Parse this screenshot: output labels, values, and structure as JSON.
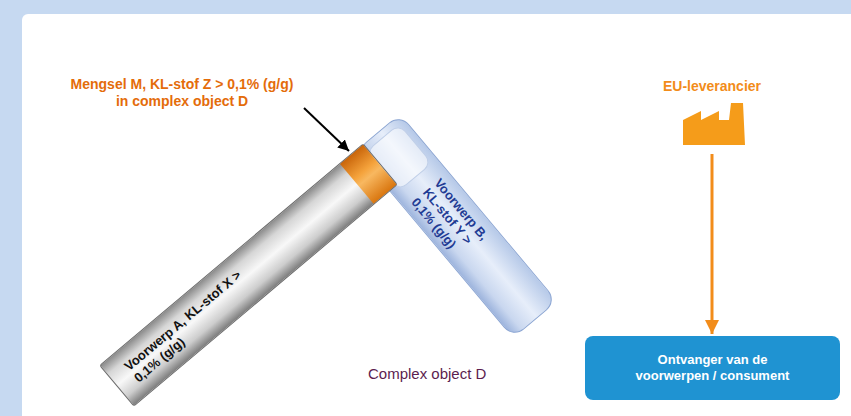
{
  "diagram": {
    "nodes": [
      {
        "text": [
          "Voorwerp A, KL-stof X > 0,1% (g/g)"
        ]
      },
      {
        "text": [
          "Voorwerp B, KL-stof Y > 0,1% (g/g)"
        ]
      },
      {
        "text": [
          "EU-leverancier"
        ]
      },
      {
        "text": [
          "Ontvanger van de voorwerpen / consument"
        ]
      }
    ],
    "edges": [
      {
        "from": 2,
        "to": 3,
        "arrow": "to"
      }
    ],
    "labels": [
      "Mengsel M, KL-stof Z > 0,1% (g/g) in complex object D",
      "Complex object D"
    ]
  }
}
